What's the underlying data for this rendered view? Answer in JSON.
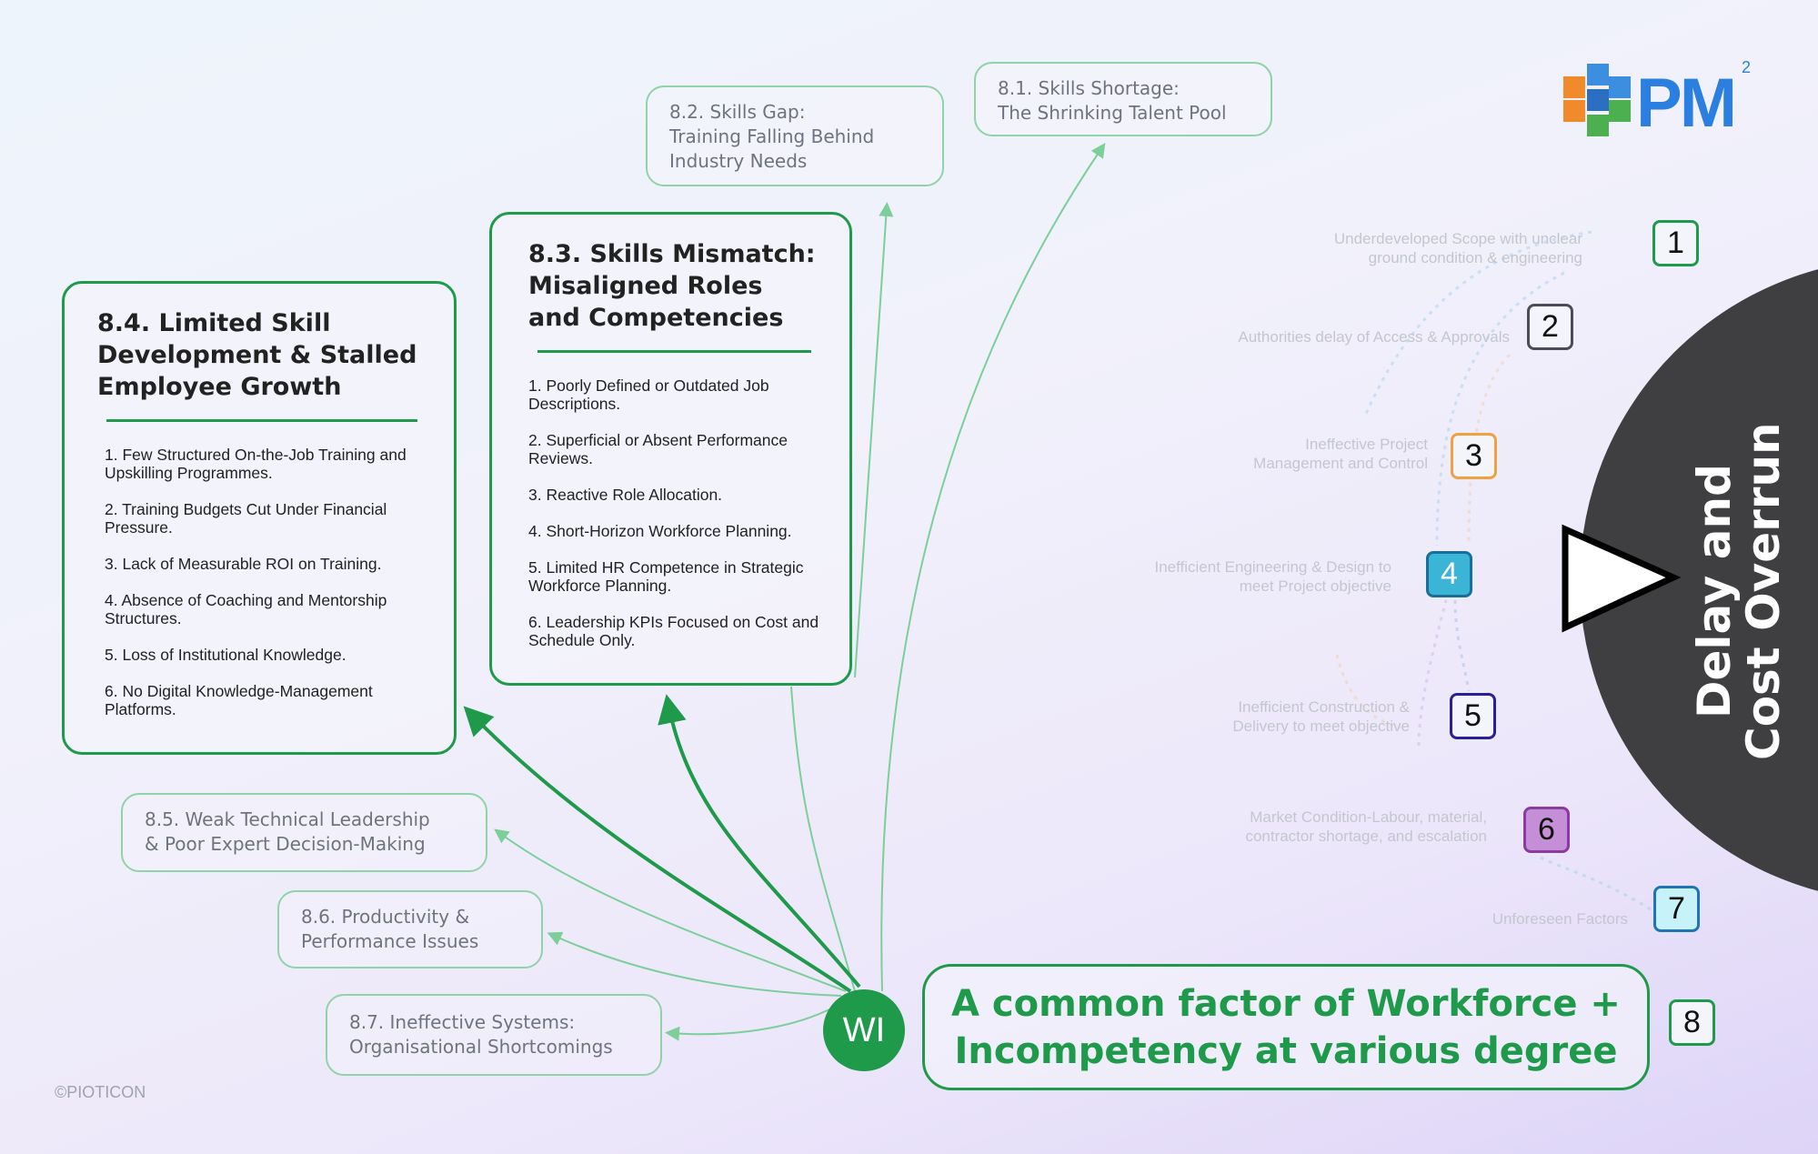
{
  "logo": {
    "text": "PM",
    "superscript": "2"
  },
  "copyright": "©PIOTICON",
  "hub": {
    "label": "WI",
    "color": "#1f9a4a"
  },
  "common_factor": {
    "line1": "A common factor of Workforce +",
    "line2": "Incompetency at various degree",
    "badge": "8"
  },
  "outcome": {
    "line1": "Delay and",
    "line2": "Cost Overrun"
  },
  "causes": [
    {
      "number": "1",
      "text": "Underdeveloped Scope with unclear ground condition & engineering",
      "color": "#1f9a4a"
    },
    {
      "number": "2",
      "text": "Authorities delay of Access & Approvals",
      "color": "#4a4d55"
    },
    {
      "number": "3",
      "text": "Ineffective Project Management and Control",
      "color": "#f0a040"
    },
    {
      "number": "4",
      "text": "Inefficient Engineering & Design to meet Project objective",
      "color": "#3bb5d6"
    },
    {
      "number": "5",
      "text": "Inefficient Construction & Delivery to meet objective",
      "color": "#2a1f9a"
    },
    {
      "number": "6",
      "text": "Market Condition-Labour, material, contractor shortage, and escalation",
      "color": "#c58fd8"
    },
    {
      "number": "7",
      "text": "Unforeseen Factors",
      "color": "#1f74b5"
    }
  ],
  "factors": {
    "f81": {
      "line1": "8.1. Skills Shortage:",
      "line2": "The Shrinking Talent Pool"
    },
    "f82": {
      "line1": "8.2. Skills Gap:",
      "line2": "Training Falling Behind",
      "line3": "Industry Needs"
    },
    "f83": {
      "title": "8.3. Skills Mismatch: Misaligned Roles and Competencies",
      "items": [
        "1. Poorly Defined or Outdated Job Descriptions.",
        "2. Superficial or Absent Performance Reviews.",
        "3. Reactive Role Allocation.",
        "4. Short-Horizon Workforce Planning.",
        "5. Limited HR Competence in Strategic Workforce Planning.",
        "6. Leadership KPIs Focused on Cost and Schedule Only."
      ]
    },
    "f84": {
      "title": "8.4. Limited Skill Development & Stalled Employee Growth",
      "items": [
        "1. Few Structured On-the-Job Training and Upskilling Programmes.",
        "2. Training Budgets Cut Under Financial Pressure.",
        "3. Lack of Measurable ROI on Training.",
        "4. Absence of Coaching and Mentorship Structures.",
        "5. Loss of Institutional Knowledge.",
        "6. No Digital Knowledge-Management Platforms."
      ]
    },
    "f85": {
      "line1": "8.5. Weak Technical Leadership",
      "line2": "& Poor Expert Decision-Making"
    },
    "f86": {
      "line1": "8.6. Productivity &",
      "line2": "Performance Issues"
    },
    "f87": {
      "line1": "8.7. Ineffective Systems:",
      "line2": "Organisational Shortcomings"
    }
  }
}
